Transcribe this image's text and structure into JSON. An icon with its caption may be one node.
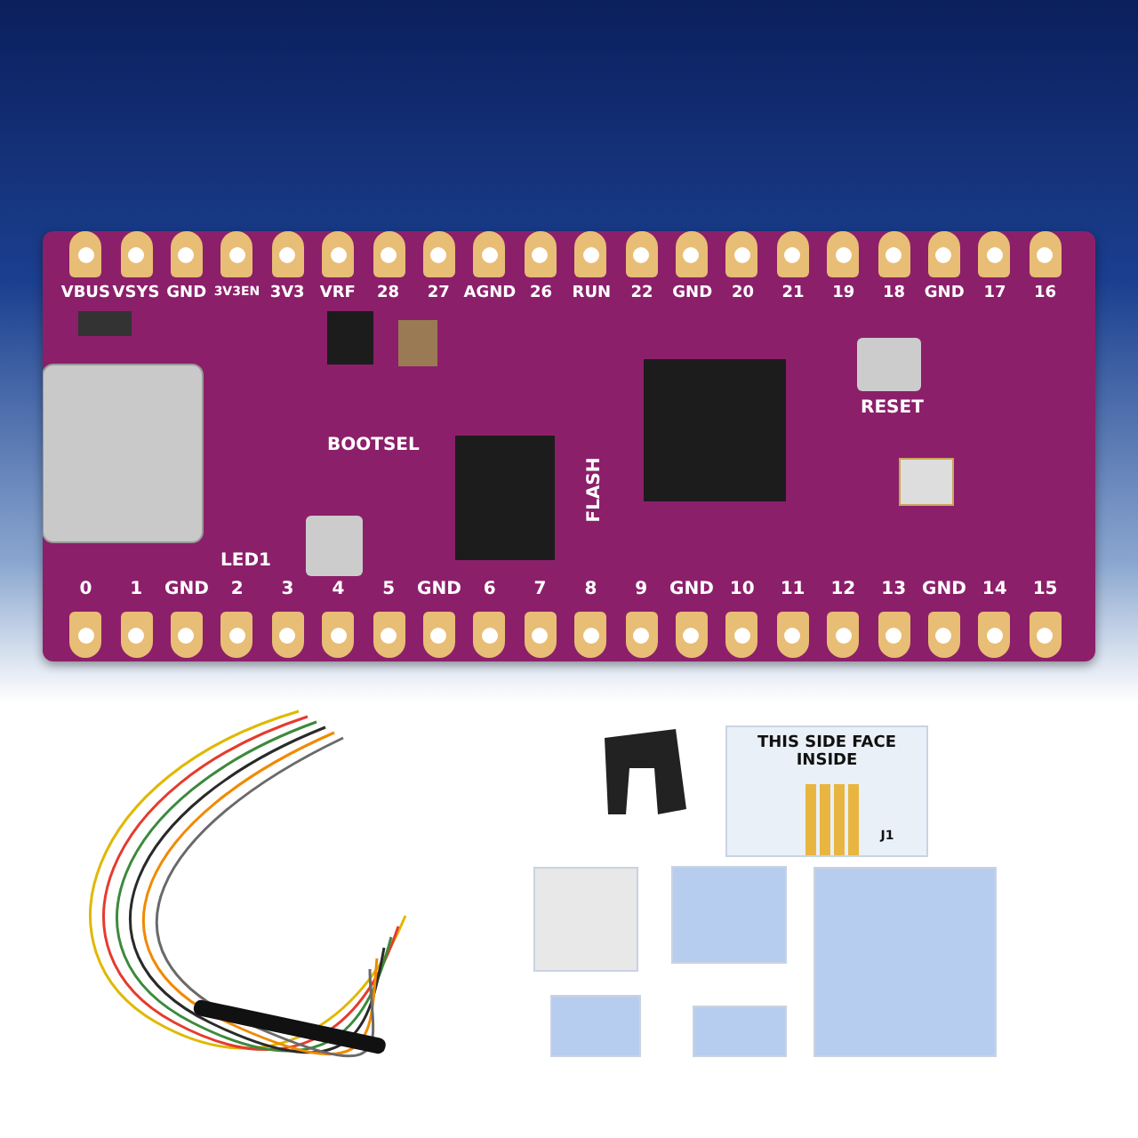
{
  "diagram": {
    "labels": [
      "VBUS",
      "VSYS",
      "GND",
      "3V3EN",
      "3V3",
      "VRF",
      "28",
      "27",
      "AGND",
      "26",
      "RUN",
      "22",
      "GND",
      "20",
      "21",
      "19",
      "18",
      "GND",
      "17",
      "16",
      "BOOTSEL",
      "FLASH",
      "RESET",
      "LED1",
      "0",
      "1",
      "GND",
      "2",
      "3",
      "4",
      "5",
      "GND",
      "6",
      "7",
      "8",
      "9",
      "GND",
      "10",
      "11",
      "12",
      "13",
      "GND",
      "14",
      "15",
      "THIS SIDE FACE INSIDE",
      "J1"
    ]
  }
}
